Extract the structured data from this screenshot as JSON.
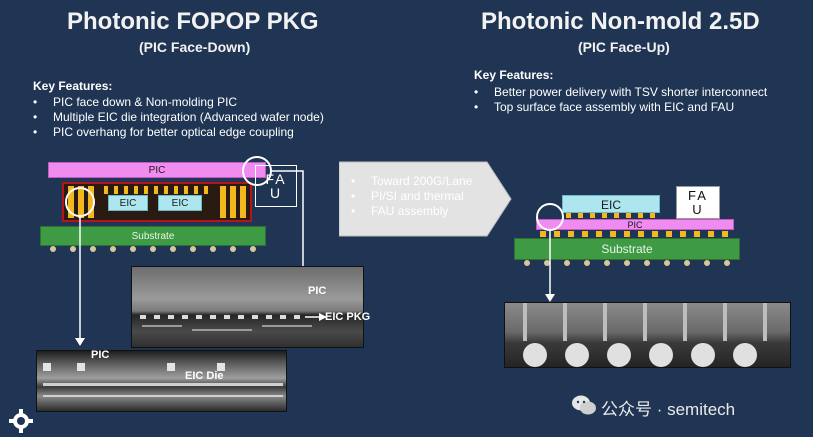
{
  "left": {
    "title": "Photonic FOPOP PKG",
    "subtitle": "(PIC Face-Down)",
    "key_features_label": "Key Features:",
    "features": [
      "PIC face down & Non-molding PIC",
      "Multiple EIC die integration (Advanced wafer node)",
      "PIC overhang for better optical edge coupling"
    ],
    "diagram": {
      "pic": "PIC",
      "eic1": "EIC",
      "eic2": "EIC",
      "fau": "FA\nU",
      "substrate": "Substrate"
    },
    "sem_top": {
      "pic": "PIC",
      "eic_pkg": "EIC PKG"
    },
    "sem_bottom": {
      "pic": "PIC",
      "eic_die": "EIC Die"
    }
  },
  "arrow": {
    "items": [
      "Toward 200G/Lane",
      "PI/SI and thermal",
      "FAU assembly"
    ]
  },
  "right": {
    "title": "Photonic Non-mold 2.5D",
    "subtitle": "(PIC Face-Up)",
    "key_features_label": "Key Features:",
    "features": [
      "Better power delivery with TSV shorter interconnect",
      "Top surface face assembly with EIC and FAU"
    ],
    "diagram": {
      "eic": "EIC",
      "fau": "FA\nU",
      "pic": "PIC",
      "substrate": "Substrate"
    }
  },
  "watermark": {
    "text": "公众号 · semitech"
  },
  "colors": {
    "background": "#1f3553",
    "pic": "#f08cf0",
    "eic": "#aee6f0",
    "substrate": "#3f9a44",
    "die_pad": "#f2b81e",
    "arrow_box": "#e3e3e3"
  }
}
